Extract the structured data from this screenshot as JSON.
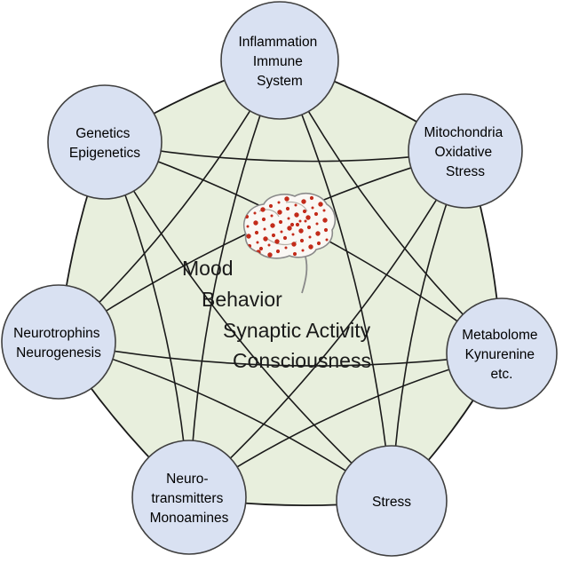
{
  "center": {
    "lines": [
      "Mood",
      "Behavior",
      "Synaptic Activity",
      "Consciousness"
    ]
  },
  "nodes": [
    {
      "id": "inflammation-immune-system",
      "lines": [
        "Inflammation",
        "Immune",
        "System"
      ]
    },
    {
      "id": "mitochondria-oxidative-stress",
      "lines": [
        "Mitochondria",
        "Oxidative",
        "Stress"
      ]
    },
    {
      "id": "metabolome-kynurenine-etc",
      "lines": [
        "Metabolome",
        "Kynurenine",
        "etc."
      ]
    },
    {
      "id": "stress",
      "lines": [
        "Stress"
      ]
    },
    {
      "id": "neurotransmitters-monoamines",
      "lines": [
        "Neuro-",
        "transmitters",
        "Monoamines"
      ]
    },
    {
      "id": "neurotrophins-neurogenesis",
      "lines": [
        "Neurotrophins",
        "Neurogenesis"
      ]
    },
    {
      "id": "genetics-epigenetics",
      "lines": [
        "Genetics",
        "Epigenetics"
      ]
    }
  ],
  "icons": {
    "brain": "brain-illustration"
  },
  "colors": {
    "node_fill": "#d9e1f2",
    "node_stroke": "#404040",
    "field_fill": "#e8efdd",
    "edge": "#1a1a1a",
    "center_text": "#1a1a1a",
    "brain_red": "#c32b1a"
  }
}
